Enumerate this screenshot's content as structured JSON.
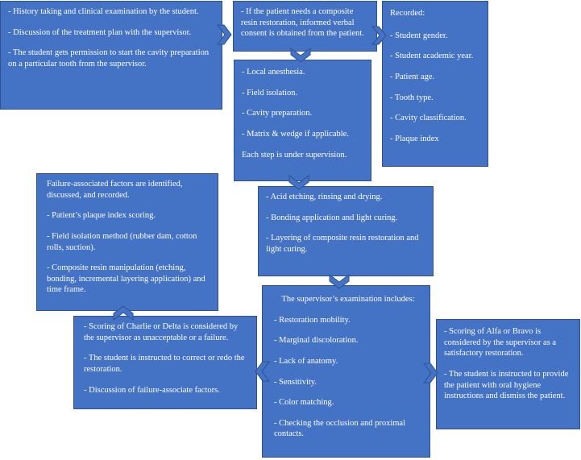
{
  "boxes": {
    "history": {
      "items": [
        "- History taking and clinical examination by the student.",
        "- Discussion of the treatment plan with the supervisor.",
        "- The student gets permission to start the cavity preparation on a particular tooth from the supervisor."
      ]
    },
    "consent": {
      "items": [
        "- If the patient needs a composite resin restoration, informed verbal consent is obtained from the patient."
      ]
    },
    "recorded": {
      "title": "Recorded:",
      "items": [
        "- Student gender.",
        "- Student academic year.",
        "- Patient age.",
        "- Tooth type.",
        "- Cavity classification.",
        "- Plaque index"
      ]
    },
    "procedure": {
      "items": [
        "- Local anesthesia.",
        "- Field isolation.",
        "- Cavity preparation.",
        "- Matrix & wedge if applicable."
      ],
      "note": "Each step is under supervision."
    },
    "bonding": {
      "items": [
        "- Acid etching, rinsing and drying.",
        "- Bonding application and light curing.",
        "- Layering of composite resin restoration and light curing."
      ]
    },
    "examination": {
      "title": "The supervisor’s examination includes:",
      "items": [
        "- Restoration mobility.",
        "- Marginal discoloration.",
        "- Lack of anatomy.",
        "- Sensitivity.",
        "- Color matching.",
        "- Checking the occlusion and proximal contacts."
      ]
    },
    "failure_factors": {
      "title": "Failure-associated factors are identified, discussed, and recorded.",
      "items": [
        "- Patient’s plaque index scoring.",
        "- Field isolation method (rubber dam, cotton rolls, suction).",
        "- Composite resin manipulation (etching, bonding, incremental layering application) and time frame."
      ]
    },
    "failure": {
      "items": [
        "- Scoring of Charlie or Delta is considered by the supervisor as unacceptable or a failure.",
        "- The student is instructed to correct or redo the restoration.",
        "- Discussion of failure-associate factors."
      ]
    },
    "success": {
      "items": [
        "- Scoring of Alfa or Bravo is considered by the supervisor as a satisfactory restoration.",
        "- The student is instructed to provide the patient with oral hygiene instructions and dismiss the patient."
      ]
    }
  },
  "colors": {
    "box_fill": "#4472c4",
    "box_border": "#2f528f",
    "text": "#ffffff"
  }
}
